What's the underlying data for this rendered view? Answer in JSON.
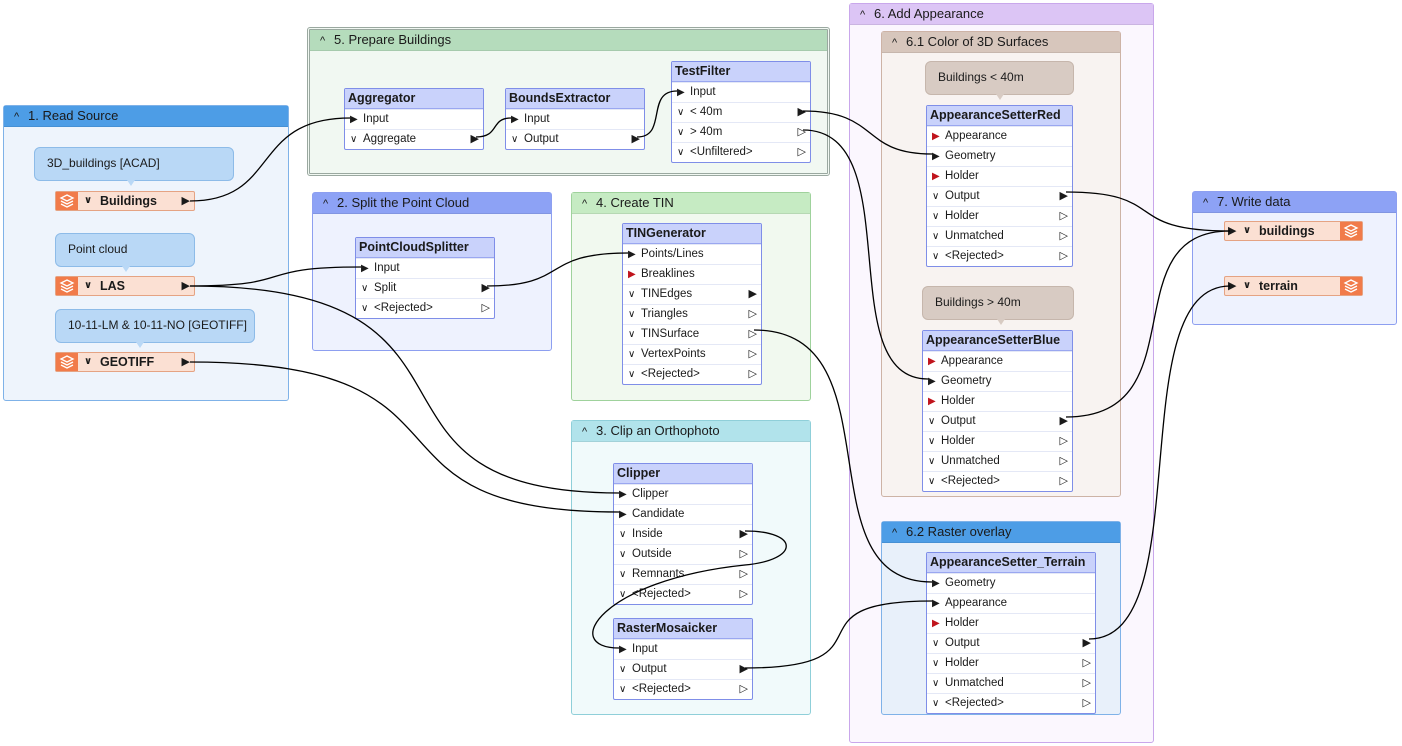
{
  "bookmarks": {
    "read_source": "1. Read Source",
    "split_cloud": "2. Split the Point Cloud",
    "clip_ortho": "3. Clip an Orthophoto",
    "create_tin": "4. Create TIN",
    "prepare_buildings": "5. Prepare Buildings",
    "add_appearance": "6. Add Appearance",
    "color_3d": "6.1 Color of 3D Surfaces",
    "raster_overlay": "6.2 Raster overlay",
    "write_data": "7. Write data"
  },
  "annotations": {
    "buildings_src": "3D_buildings [ACAD]",
    "point_cloud": "Point cloud",
    "geotiff_src": "10-11-LM & 10-11-NO [GEOTIFF]",
    "lt40": "Buildings < 40m",
    "gt40": "Buildings > 40m"
  },
  "readers": {
    "buildings": "Buildings",
    "las": "LAS",
    "geotiff": "GEOTIFF"
  },
  "writers": {
    "buildings": "buildings",
    "terrain": "terrain"
  },
  "transformers": {
    "aggregator": {
      "title": "Aggregator",
      "ports": [
        "Input",
        "Aggregate"
      ]
    },
    "bounds": {
      "title": "BoundsExtractor",
      "ports": [
        "Input",
        "Output"
      ]
    },
    "testfilter": {
      "title": "TestFilter",
      "ports": [
        "Input",
        "< 40m",
        "> 40m",
        "<Unfiltered>"
      ]
    },
    "pcsplitter": {
      "title": "PointCloudSplitter",
      "ports": [
        "Input",
        "Split",
        "<Rejected>"
      ]
    },
    "tingen": {
      "title": "TINGenerator",
      "ports": [
        "Points/Lines",
        "Breaklines",
        "TINEdges",
        "Triangles",
        "TINSurface",
        "VertexPoints",
        "<Rejected>"
      ]
    },
    "clipper": {
      "title": "Clipper",
      "ports": [
        "Clipper",
        "Candidate",
        "Inside",
        "Outside",
        "Remnants",
        "<Rejected>"
      ]
    },
    "mosaicker": {
      "title": "RasterMosaicker",
      "ports": [
        "Input",
        "Output",
        "<Rejected>"
      ]
    },
    "red": {
      "title": "AppearanceSetterRed",
      "ports": [
        "Appearance",
        "Geometry",
        "Holder",
        "Output",
        "Holder",
        "Unmatched",
        "<Rejected>"
      ]
    },
    "blue": {
      "title": "AppearanceSetterBlue",
      "ports": [
        "Appearance",
        "Geometry",
        "Holder",
        "Output",
        "Holder",
        "Unmatched",
        "<Rejected>"
      ]
    },
    "terrain": {
      "title": "AppearanceSetter_Terrain",
      "ports": [
        "Geometry",
        "Appearance",
        "Holder",
        "Output",
        "Holder",
        "Unmatched",
        "<Rejected>"
      ]
    }
  },
  "colors": {
    "wire": "#000000",
    "transformer_header": "#c9d2fb",
    "reader_fill": "#fbe0d3",
    "reader_icon": "#f17b4a",
    "required_port": "#c0141c"
  }
}
